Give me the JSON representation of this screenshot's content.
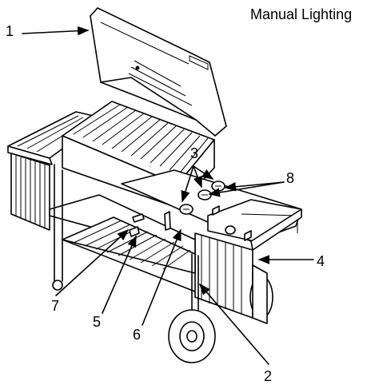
{
  "title": "Manual Lighting",
  "callouts": [
    "1",
    "2",
    "3",
    "4",
    "5",
    "6",
    "7",
    "8"
  ]
}
